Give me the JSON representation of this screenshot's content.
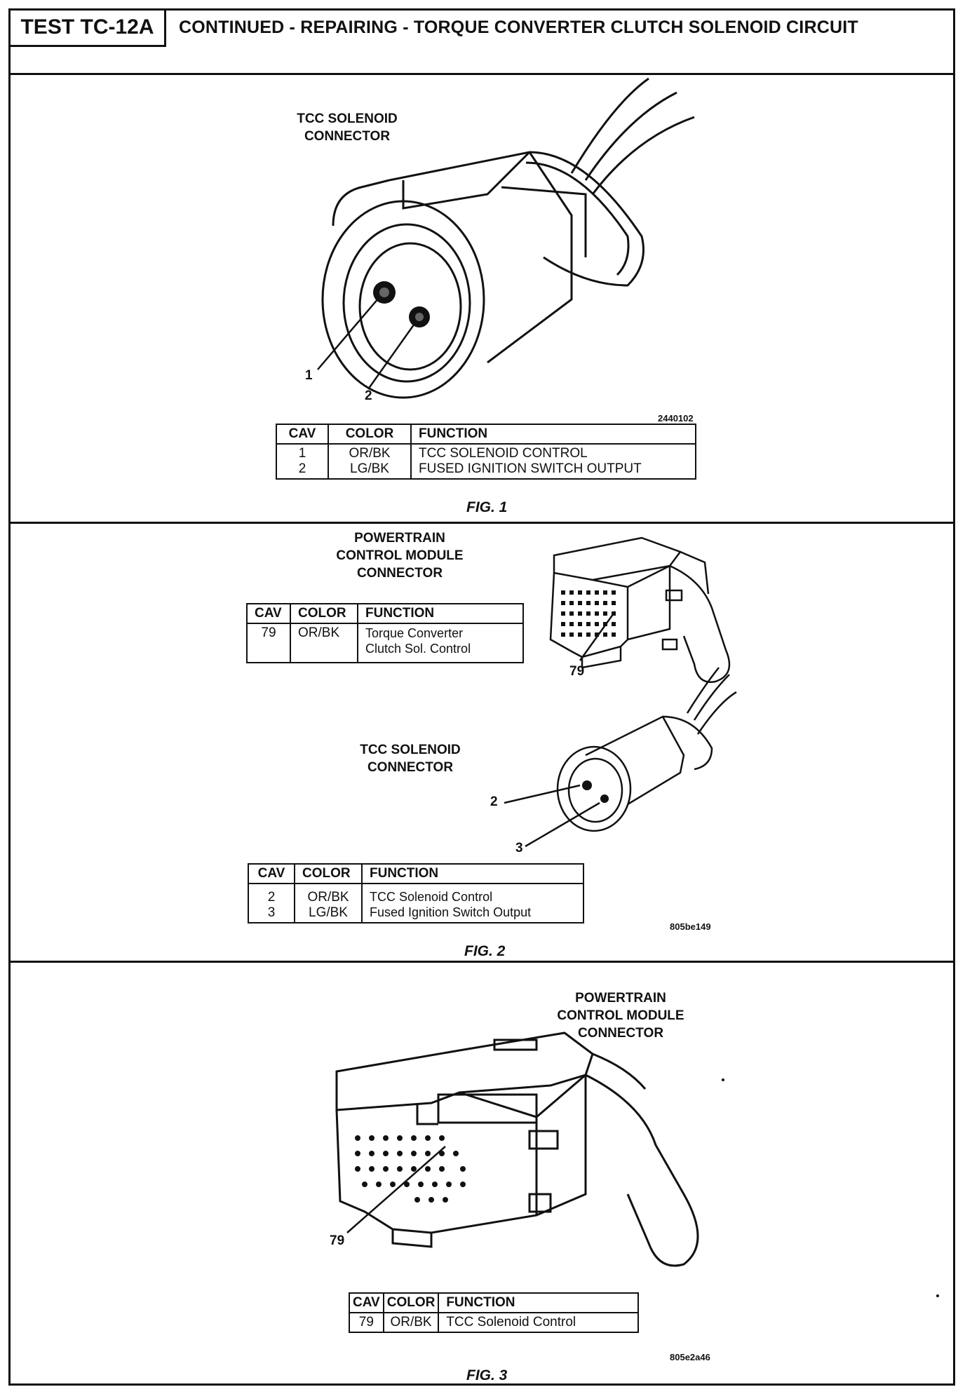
{
  "header": {
    "test_id": "TEST TC-12A",
    "title": "CONTINUED - REPAIRING - TORQUE CONVERTER CLUTCH SOLENOID CIRCUIT"
  },
  "fig1": {
    "connector_label": "TCC SOLENOID\nCONNECTOR",
    "callout_1": "1",
    "callout_2": "2",
    "drawing_code": "2440102",
    "columns": [
      "CAV",
      "COLOR",
      "FUNCTION"
    ],
    "rows": [
      {
        "cav": "1",
        "color": "OR/BK",
        "function": "TCC SOLENOID CONTROL"
      },
      {
        "cav": "2",
        "color": "LG/BK",
        "function": "FUSED IGNITION SWITCH OUTPUT"
      }
    ],
    "caption": "FIG. 1"
  },
  "fig2": {
    "pcm_label": "POWERTRAIN\nCONTROL MODULE\nCONNECTOR",
    "pcm_columns": [
      "CAV",
      "COLOR",
      "FUNCTION"
    ],
    "pcm_row": {
      "cav": "79",
      "color": "OR/BK",
      "function": "Torque Converter\nClutch Sol. Control"
    },
    "pcm_callout": "79",
    "tcc_label": "TCC SOLENOID\nCONNECTOR",
    "tcc_callout_2": "2",
    "tcc_callout_3": "3",
    "tcc_columns": [
      "CAV",
      "COLOR",
      "FUNCTION"
    ],
    "tcc_rows": [
      {
        "cav": "2",
        "color": "OR/BK",
        "function": "TCC Solenoid Control"
      },
      {
        "cav": "3",
        "color": "LG/BK",
        "function": "Fused Ignition Switch Output"
      }
    ],
    "drawing_code": "805be149",
    "caption": "FIG. 2"
  },
  "fig3": {
    "pcm_label": "POWERTRAIN\nCONTROL MODULE\nCONNECTOR",
    "callout": "79",
    "columns": [
      "CAV",
      "COLOR",
      "FUNCTION"
    ],
    "row": {
      "cav": "79",
      "color": "OR/BK",
      "function": "TCC Solenoid Control"
    },
    "drawing_code": "805e2a46",
    "caption": "FIG. 3"
  }
}
